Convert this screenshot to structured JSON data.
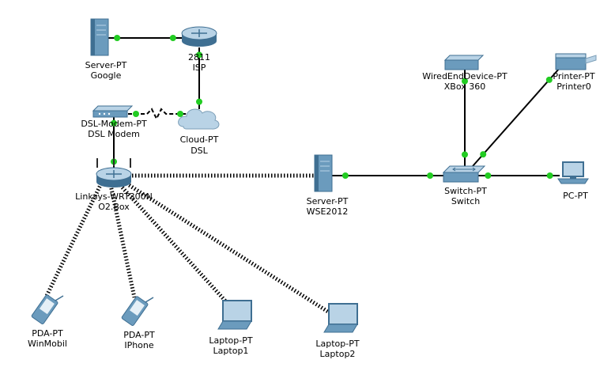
{
  "diagram": {
    "devices": [
      {
        "id": "google",
        "type": "server",
        "label1": "Server-PT",
        "label2": "Google"
      },
      {
        "id": "isp",
        "type": "router",
        "label1": "2811",
        "label2": "ISP"
      },
      {
        "id": "dslmodem",
        "type": "modem",
        "label1": "DSL-Modem-PT",
        "label2": "DSL Modem"
      },
      {
        "id": "cloud",
        "type": "cloud",
        "label1": "Cloud-PT",
        "label2": "DSL"
      },
      {
        "id": "o2box",
        "type": "wireless-router",
        "label1": "Linksys-WRT300N",
        "label2": "O2.Box"
      },
      {
        "id": "wse2012",
        "type": "server",
        "label1": "Server-PT",
        "label2": "WSE2012"
      },
      {
        "id": "switch",
        "type": "switch",
        "label1": "Switch-PT",
        "label2": "Switch"
      },
      {
        "id": "xbox",
        "type": "wired-device",
        "label1": "WiredEndDevice-PT",
        "label2": "XBox 360"
      },
      {
        "id": "printer",
        "type": "printer",
        "label1": "Printer-PT",
        "label2": "Printer0"
      },
      {
        "id": "pc",
        "type": "pc",
        "label1": "PC-PT",
        "label2": ""
      },
      {
        "id": "winmobil",
        "type": "pda",
        "label1": "PDA-PT",
        "label2": "WinMobil"
      },
      {
        "id": "iphone",
        "type": "pda",
        "label1": "PDA-PT",
        "label2": "IPhone"
      },
      {
        "id": "laptop1",
        "type": "laptop",
        "label1": "Laptop-PT",
        "label2": "Laptop1"
      },
      {
        "id": "laptop2",
        "type": "laptop",
        "label1": "Laptop-PT",
        "label2": "Laptop2"
      }
    ],
    "links": [
      {
        "from": "google",
        "to": "isp",
        "kind": "straight"
      },
      {
        "from": "isp",
        "to": "cloud",
        "kind": "straight"
      },
      {
        "from": "dslmodem",
        "to": "cloud",
        "kind": "phone"
      },
      {
        "from": "dslmodem",
        "to": "o2box",
        "kind": "straight"
      },
      {
        "from": "o2box",
        "to": "wse2012",
        "kind": "wireless"
      },
      {
        "from": "wse2012",
        "to": "switch",
        "kind": "straight"
      },
      {
        "from": "switch",
        "to": "pc",
        "kind": "straight"
      },
      {
        "from": "switch",
        "to": "xbox",
        "kind": "straight"
      },
      {
        "from": "switch",
        "to": "printer",
        "kind": "straight"
      },
      {
        "from": "o2box",
        "to": "winmobil",
        "kind": "wireless"
      },
      {
        "from": "o2box",
        "to": "iphone",
        "kind": "wireless"
      },
      {
        "from": "o2box",
        "to": "laptop1",
        "kind": "wireless"
      },
      {
        "from": "o2box",
        "to": "laptop2",
        "kind": "wireless"
      }
    ],
    "colors": {
      "link": "#000000",
      "port": "#22cc22",
      "device_fill": "#6b9bbd",
      "device_dark": "#3f6f92",
      "device_light": "#b9d3e6"
    }
  }
}
